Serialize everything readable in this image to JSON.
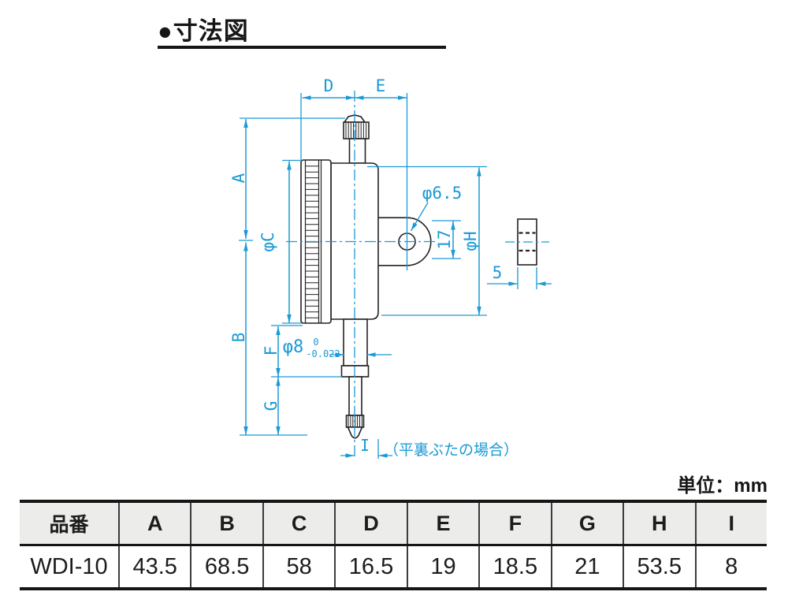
{
  "page": {
    "title": "●寸法図",
    "units_label": "単位：mm"
  },
  "diagram": {
    "type": "dimension-drawing",
    "subject": "dial-indicator side view with lug back and lug side view",
    "colors": {
      "dimension_blue": "#1a9ad6",
      "part_line": "#232323"
    },
    "labels": {
      "d": "D",
      "e": "E",
      "a": "A",
      "b": "B",
      "c": "φC",
      "f": "F",
      "g": "G",
      "i": "I",
      "h": "φH",
      "hole_dia": "φ6.5",
      "lug_span": "17",
      "lug_width": "5",
      "stem_dia": "φ8",
      "stem_tol_upper": "0",
      "stem_tol_lower": "-0.022",
      "back_note": "（平裏ぶたの場合）"
    }
  },
  "table": {
    "headers": [
      "品番",
      "A",
      "B",
      "C",
      "D",
      "E",
      "F",
      "G",
      "H",
      "I"
    ],
    "row": [
      "WDI-10",
      "43.5",
      "68.5",
      "58",
      "16.5",
      "19",
      "18.5",
      "21",
      "53.5",
      "8"
    ]
  }
}
